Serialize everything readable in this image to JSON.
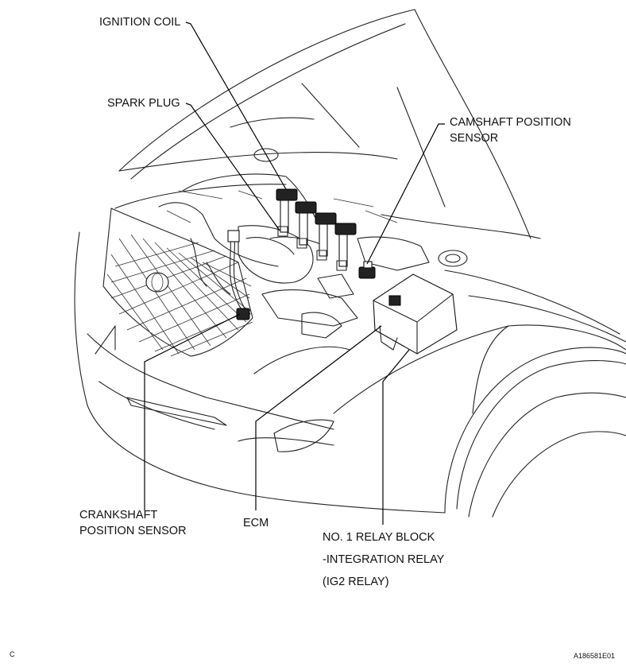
{
  "labels": {
    "ignition_coil": "IGNITION COIL",
    "spark_plug": "SPARK PLUG",
    "camshaft_line1": "CAMSHAFT POSITION",
    "camshaft_line2": "SENSOR",
    "crankshaft_line1": "CRANKSHAFT",
    "crankshaft_line2": "POSITION SENSOR",
    "ecm": "ECM",
    "relay_line1": "NO. 1 RELAY BLOCK",
    "relay_line2": "-INTEGRATION RELAY",
    "relay_line3": "(IG2 RELAY)"
  },
  "corner_left": "C",
  "figure_id": "A186581E01"
}
